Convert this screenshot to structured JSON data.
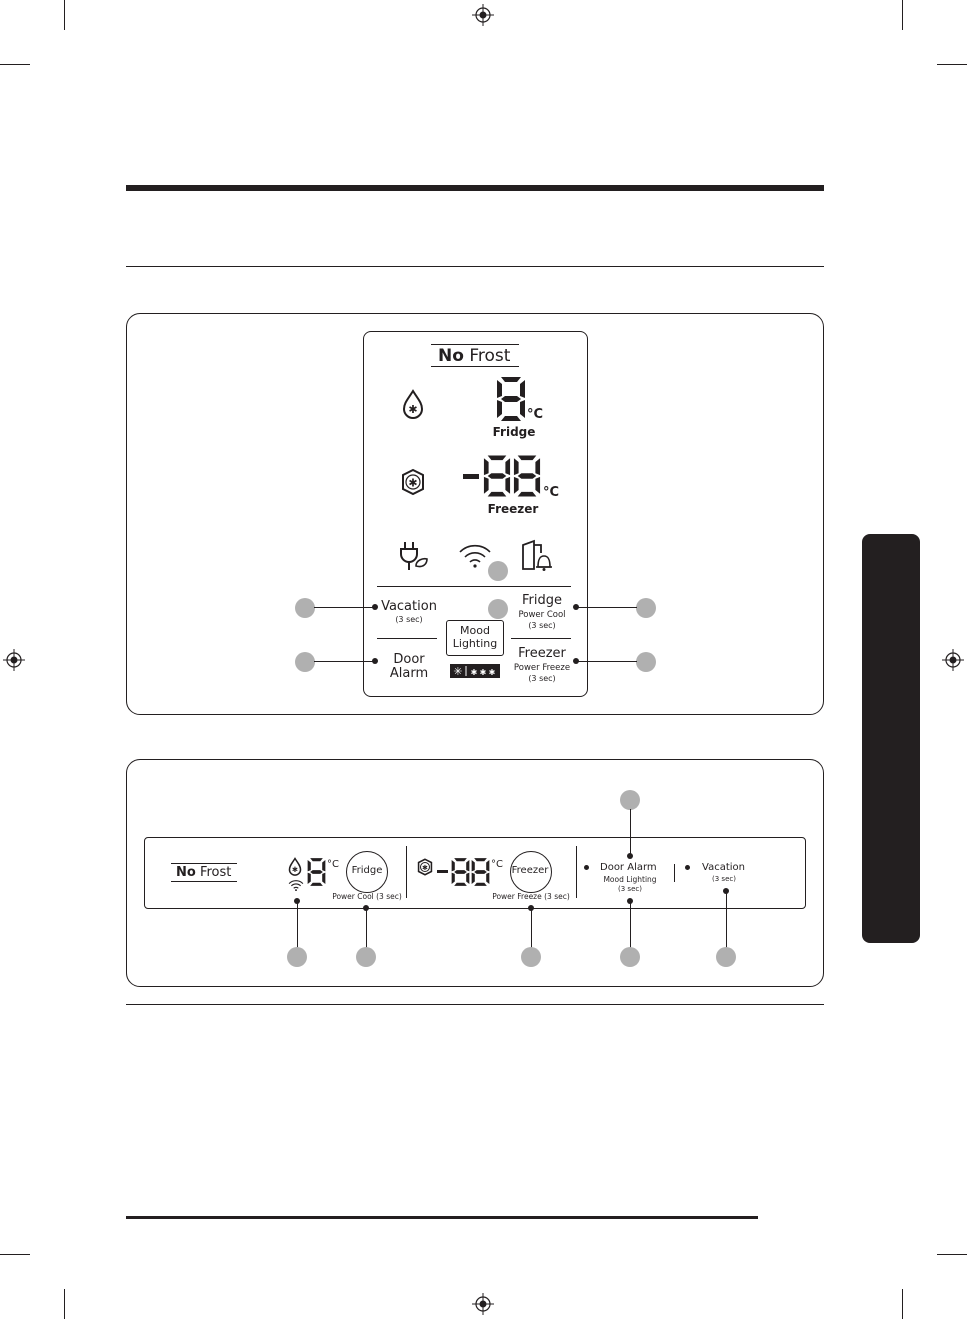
{
  "lcd_panel": {
    "brand_bold": "No",
    "brand_regular": "Frost",
    "fridge_digit": "8",
    "fridge_unit": "°C",
    "fridge_label": "Fridge",
    "freezer_digits": "-88",
    "freezer_unit": "°C",
    "freezer_label": "Freezer",
    "vacation": "Vacation",
    "vacation_sub": "(3 sec)",
    "fridge_btn": "Fridge",
    "fridge_btn_sub1": "Power Cool",
    "fridge_btn_sub2": "(3 sec)",
    "mood_line1": "Mood",
    "mood_line2": "Lighting",
    "door_line1": "Door",
    "door_line2": "Alarm",
    "freezer_btn": "Freezer",
    "freezer_btn_sub1": "Power Freeze",
    "freezer_btn_sub2": "(3 sec)",
    "icons": [
      "ice-drop-icon",
      "freezer-snowflake-icon",
      "eco-plug-icon",
      "wifi-icon",
      "door-alarm-icon",
      "freezer-level-icon"
    ]
  },
  "strip_panel": {
    "brand_bold": "No",
    "brand_regular": "Frost",
    "fridge_digit": "8",
    "fridge_unit": "°C",
    "fridge_btn": "Fridge",
    "fridge_sub": "Power Cool (3 sec)",
    "freezer_digits": "-88",
    "freezer_unit": "°C",
    "freezer_btn": "Freezer",
    "freezer_sub": "Power Freeze (3 sec)",
    "door_alarm": "Door Alarm",
    "mood_lighting": "Mood Lighting",
    "door_sub": "(3 sec)",
    "vacation": "Vacation",
    "vacation_sub": "(3 sec)"
  },
  "colors": {
    "ink": "#231f20",
    "marker": "#b0b0b0"
  }
}
